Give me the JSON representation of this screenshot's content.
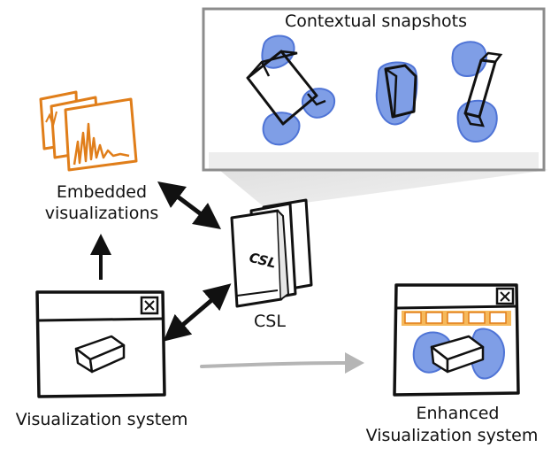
{
  "diagram": {
    "snapshots_panel": {
      "title": "Contextual snapshots"
    },
    "embedded": {
      "line1": "Embedded",
      "line2": "visualizations"
    },
    "csl": {
      "book_label": "CSL",
      "caption": "CSL"
    },
    "vis_system": {
      "caption": "Visualization system"
    },
    "enhanced": {
      "line1": "Enhanced",
      "line2": "Visualization system"
    }
  },
  "colors": {
    "snapshot_blob": "#7f9ee6",
    "snapshot_blob_stroke": "#4f74d6",
    "embedded_vis": "#e07e1a",
    "panel_border": "#888888",
    "panel_shadow": "#cfcfcf",
    "grey_arrow": "#b5b5b5",
    "thumb_fill": "#f6b95b"
  }
}
